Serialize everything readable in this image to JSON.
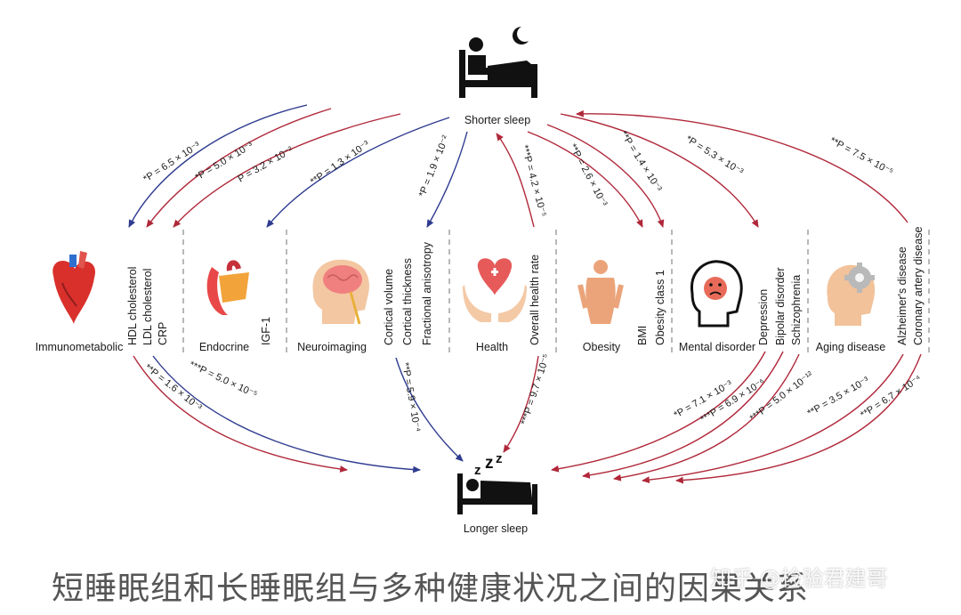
{
  "nodes": {
    "top": "Shorter sleep",
    "bottom": "Longer sleep"
  },
  "categories": [
    {
      "label": "Immunometabolic"
    },
    {
      "label": "Endocrine"
    },
    {
      "label": "Neuroimaging"
    },
    {
      "label": "Health"
    },
    {
      "label": "Obesity"
    },
    {
      "label": "Mental disorder"
    },
    {
      "label": "Aging disease"
    }
  ],
  "traits": {
    "hdl": "HDL cholesterol",
    "ldl": "LDL cholesterol",
    "crp": "CRP",
    "igf": "IGF-1",
    "cortical_volume": "Cortical volume",
    "cortical_thickness": "Cortical thickness",
    "fractional_anisotropy": "Fractional anisotropy",
    "overall_health": "Overall health rate",
    "bmi": "BMI",
    "obesity_class": "Obesity class 1",
    "depression": "Depression",
    "bipolar": "Bipolar disorder",
    "schizophrenia": "Schizophrenia",
    "alzheimers": "Alzheimer's disease",
    "cad": "Coronary artery disease"
  },
  "edges_short": [
    {
      "text": "*P = 6.5 × 10⁻³",
      "color": "#2e3b8f"
    },
    {
      "text": "*P = 5.0 × 10⁻³",
      "color": "#b0283a"
    },
    {
      "text": "P = 3.2 × 10⁻²",
      "color": "#b0283a"
    },
    {
      "text": "**P = 1.3 × 10⁻³",
      "color": "#2e3b8f"
    },
    {
      "text": "*P = 1.9 × 10⁻²",
      "color": "#2e3b8f"
    },
    {
      "text": "***P = 4.2 × 10⁻⁵",
      "color": "#b0283a"
    },
    {
      "text": "**P = 2.6 × 10⁻³",
      "color": "#b0283a"
    },
    {
      "text": "**P = 1.4 × 10⁻³",
      "color": "#b0283a"
    },
    {
      "text": "*P = 5.3 × 10⁻³",
      "color": "#b0283a"
    },
    {
      "text": "**P = 7.5 × 10⁻⁵",
      "color": "#b0283a"
    }
  ],
  "edges_long": [
    {
      "text": "**P = 1.6 × 10⁻³",
      "color": "#b0283a"
    },
    {
      "text": "***P = 5.0 × 10⁻⁵",
      "color": "#2e3b8f"
    },
    {
      "text": "**P = 5.9 × 10⁻⁴",
      "color": "#2e3b8f"
    },
    {
      "text": "***P = 9.7 × 10⁻⁵",
      "color": "#b0283a"
    },
    {
      "text": "*P = 7.1 × 10⁻³",
      "color": "#b0283a"
    },
    {
      "text": "***P = 6.9 × 10⁻⁶",
      "color": "#b0283a"
    },
    {
      "text": "***P = 5.0 × 10⁻¹²",
      "color": "#b0283a"
    },
    {
      "text": "**P = 3.5 × 10⁻³",
      "color": "#b0283a"
    },
    {
      "text": "**P = 6.7 × 10⁻⁴",
      "color": "#b0283a"
    }
  ],
  "caption": "短睡眠组和长睡眠组与多种健康状况之间的因果关系",
  "watermark": "知乎 @检验君建哥",
  "colors": {
    "red": "#b0283a",
    "blue": "#2e3b8f",
    "divider": "#9a9a9a"
  },
  "icons": [
    "bed-moon-icon",
    "sleeping-zz-icon",
    "heart-icon",
    "thyroid-icon",
    "brain-head-icon",
    "heart-hands-icon",
    "body-icon",
    "sad-head-icon",
    "gear-head-icon"
  ]
}
